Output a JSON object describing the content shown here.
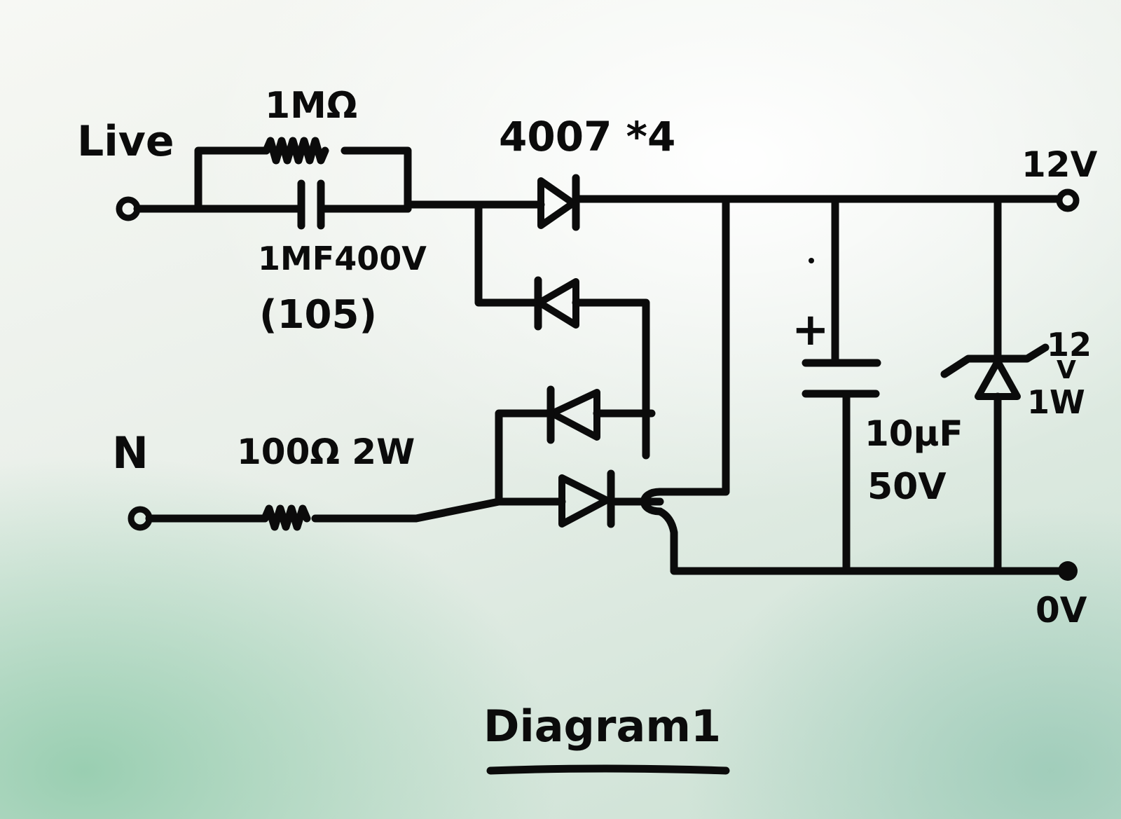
{
  "labels": {
    "live": "Live",
    "neutral": "N",
    "resistor_live": "1MΩ",
    "capacitor_line1": "1MF400V",
    "capacitor_line2": "(105)",
    "diode_label": "4007 *4",
    "resistor_neutral": "100Ω 2W",
    "out_positive": "12V",
    "out_ground": "0V",
    "plus_sign": "+",
    "cap_value_line1": "10µF",
    "cap_value_line2": "50V",
    "zener_line1": "12",
    "zener_line2": "V",
    "zener_line3": "1W",
    "caption": "Diagram1"
  },
  "colors": {
    "ink": "#0b0b0b",
    "paper": "#f4f6f1",
    "paper_tint": "#c9e0d2"
  }
}
